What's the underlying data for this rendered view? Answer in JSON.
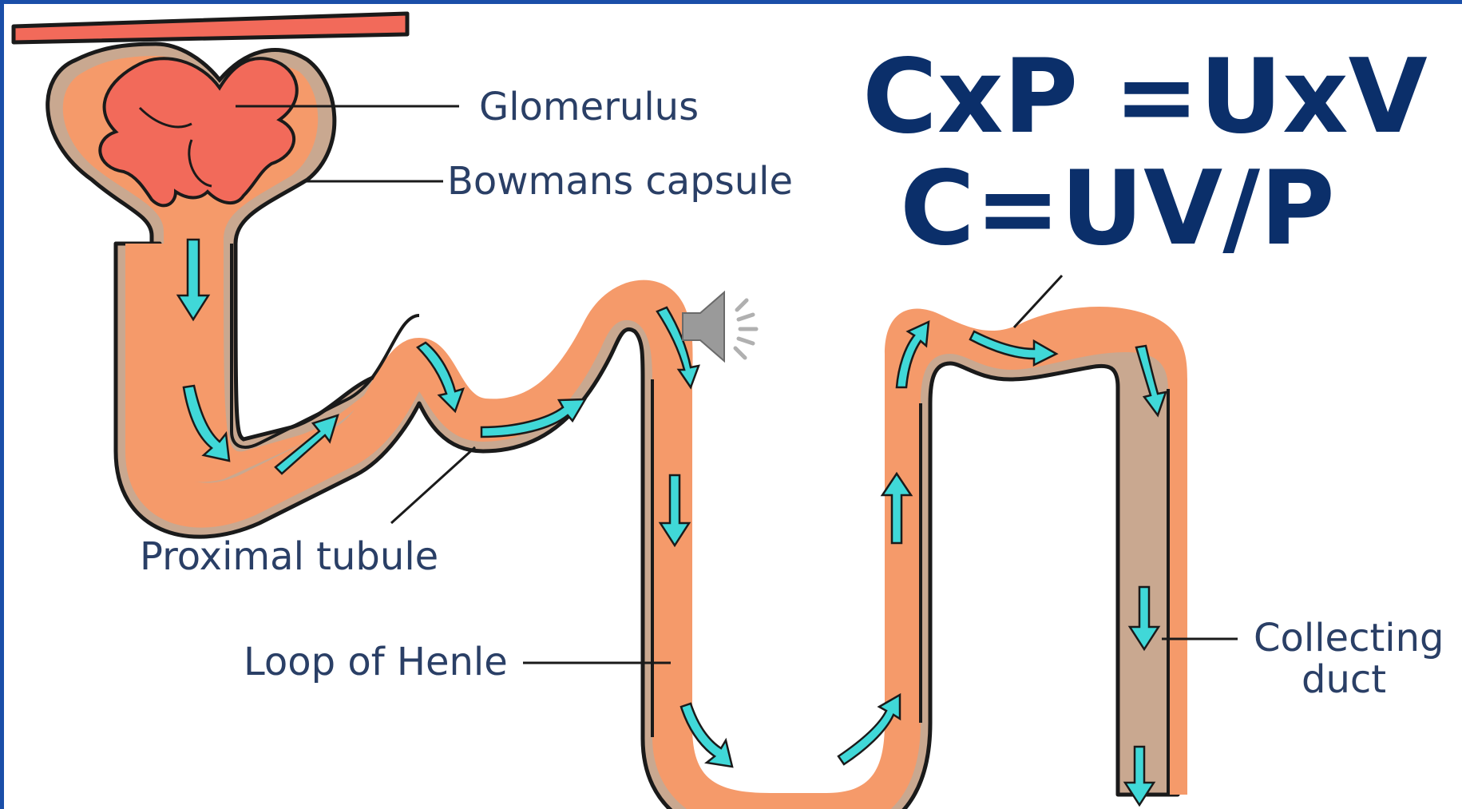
{
  "formula": {
    "line1": "CxP =UxV",
    "line2": "C=UV/P"
  },
  "labels": {
    "glomerulus": "Glomerulus",
    "bowmans_capsule": "Bowmans capsule",
    "proximal_tubule": "Proximal tubule",
    "loop_of_henle": "Loop of Henle",
    "collecting_duct_line1": "Collecting",
    "collecting_duct_line2": "duct"
  },
  "icons": {
    "audio": "speaker-icon"
  },
  "colors": {
    "tubule_fill": "#f59a6a",
    "glomerulus_fill": "#f26a5a",
    "outline": "#1a1a1a",
    "wall": "#b8a89a",
    "arrow_fill": "#40d8d8",
    "formula_text": "#0b2f6a",
    "label_text": "#2a3f66",
    "frame": "#1a4ea8"
  }
}
